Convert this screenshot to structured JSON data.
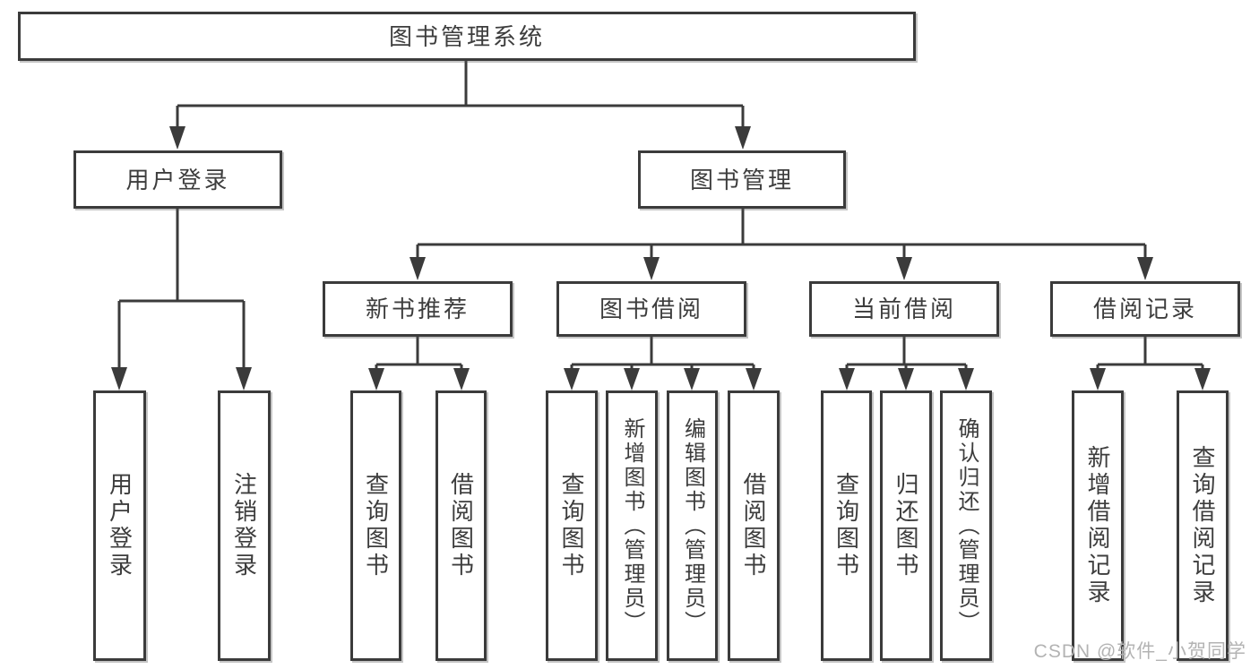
{
  "colors": {
    "line": "#3b3b3b",
    "text": "#3d3d3d",
    "background": "#ffffff",
    "watermark": "#b3b3b3"
  },
  "watermark": {
    "text": "CSDN @软件_小贺同学"
  },
  "nodes": {
    "root": "图书管理系统",
    "user_login": "用户登录",
    "book_mgmt": "图书管理",
    "new_book_rec": "新书推荐",
    "book_borrow": "图书借阅",
    "current_borrow": "当前借阅",
    "borrow_records": "借阅记录",
    "login": "用户登录",
    "logout": "注销登录",
    "rec_query": "查询图书",
    "rec_borrow": "借阅图书",
    "bb_query": "查询图书",
    "bb_add": "新增图书（管理员）",
    "bb_edit": "编辑图书（管理员）",
    "bb_borrow": "借阅图书",
    "cb_query": "查询图书",
    "cb_return": "归还图书",
    "cb_confirm": "确认归还（管理员）",
    "br_add": "新增借阅记录",
    "br_query": "查询借阅记录"
  },
  "edges": [
    {
      "from": "图书管理系统",
      "to": [
        "用户登录",
        "图书管理"
      ]
    },
    {
      "from": "用户登录",
      "to": [
        "用户登录",
        "注销登录"
      ]
    },
    {
      "from": "图书管理",
      "to": [
        "新书推荐",
        "图书借阅",
        "当前借阅",
        "借阅记录"
      ]
    },
    {
      "from": "新书推荐",
      "to": [
        "查询图书",
        "借阅图书"
      ]
    },
    {
      "from": "图书借阅",
      "to": [
        "查询图书",
        "新增图书（管理员）",
        "编辑图书（管理员）",
        "借阅图书"
      ]
    },
    {
      "from": "当前借阅",
      "to": [
        "查询图书",
        "归还图书",
        "确认归还（管理员）"
      ]
    },
    {
      "from": "借阅记录",
      "to": [
        "新增借阅记录",
        "查询借阅记录"
      ]
    }
  ]
}
